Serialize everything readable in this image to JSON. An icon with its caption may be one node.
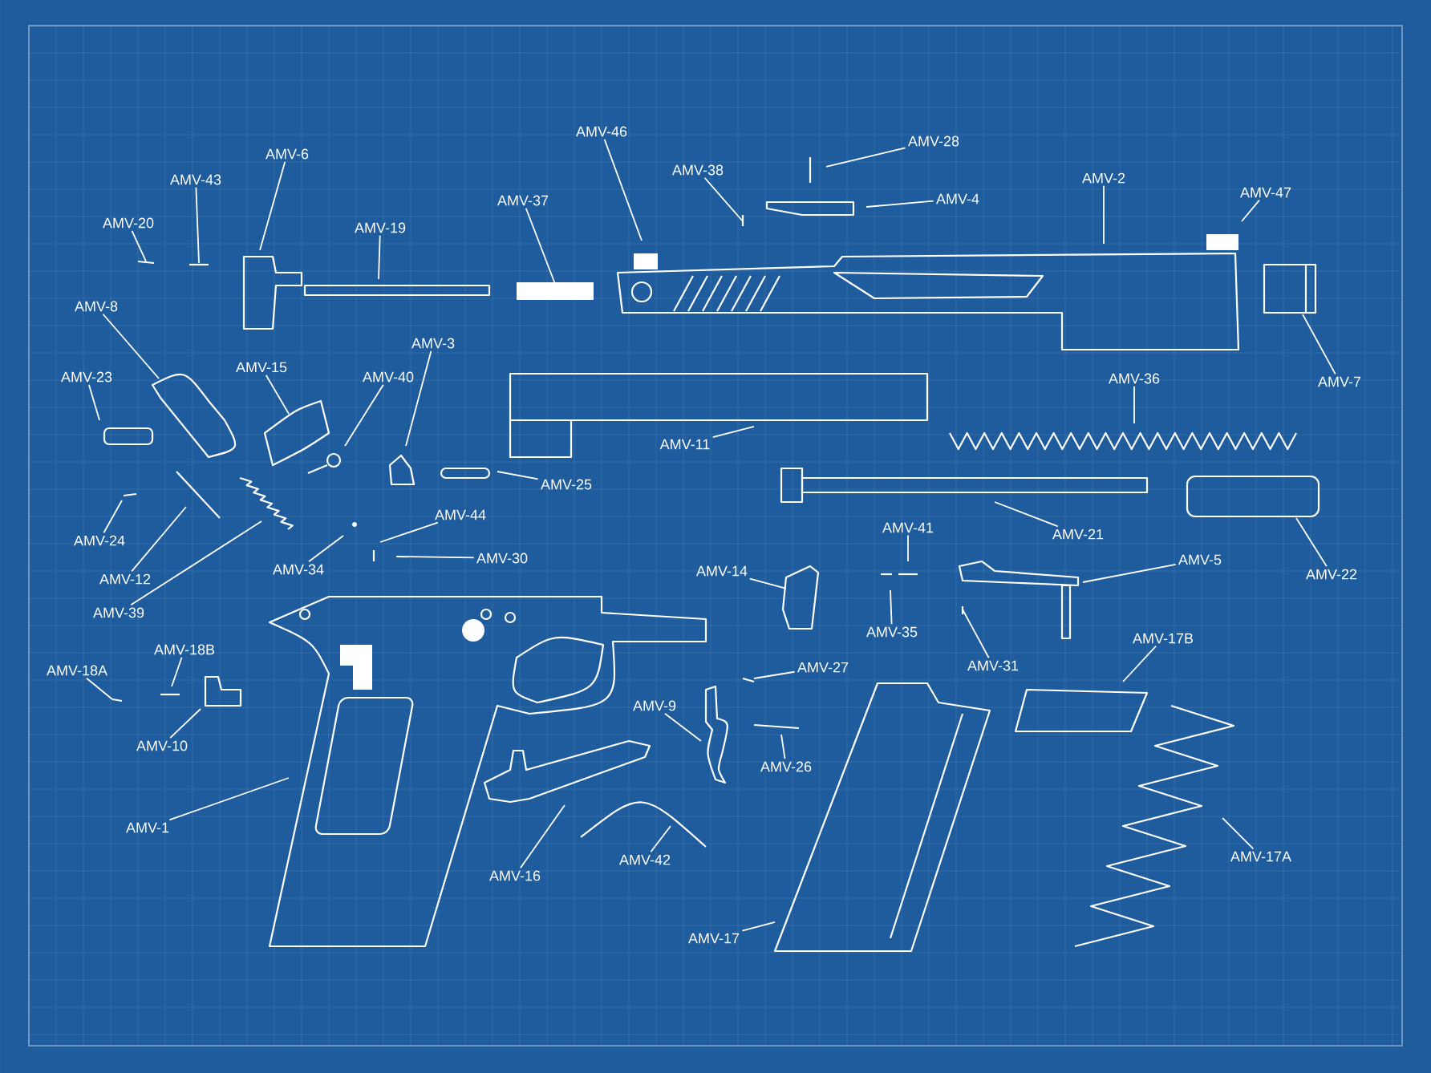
{
  "diagram": {
    "nodes": [
      {
        "text": [
          "AMV-46"
        ]
      },
      {
        "text": [
          "AMV-28"
        ]
      },
      {
        "text": [
          "AMV-6"
        ]
      },
      {
        "text": [
          "AMV-38"
        ]
      },
      {
        "text": [
          "AMV-2"
        ]
      },
      {
        "text": [
          "AMV-43"
        ]
      },
      {
        "text": [
          "AMV-47"
        ]
      },
      {
        "text": [
          "AMV-4"
        ]
      },
      {
        "text": [
          "AMV-37"
        ]
      },
      {
        "text": [
          "AMV-20"
        ]
      },
      {
        "text": [
          "AMV-19"
        ]
      },
      {
        "text": [
          "AMV-8"
        ]
      },
      {
        "text": [
          "AMV-3"
        ]
      },
      {
        "text": [
          "AMV-15"
        ]
      },
      {
        "text": [
          "AMV-23"
        ]
      },
      {
        "text": [
          "AMV-40"
        ]
      },
      {
        "text": [
          "AMV-36"
        ]
      },
      {
        "text": [
          "AMV-7"
        ]
      },
      {
        "text": [
          "AMV-11"
        ]
      },
      {
        "text": [
          "AMV-25"
        ]
      },
      {
        "text": [
          "AMV-44"
        ]
      },
      {
        "text": [
          "AMV-41"
        ]
      },
      {
        "text": [
          "AMV-21"
        ]
      },
      {
        "text": [
          "AMV-24"
        ]
      },
      {
        "text": [
          "AMV-30"
        ]
      },
      {
        "text": [
          "AMV-5"
        ]
      },
      {
        "text": [
          "AMV-34"
        ]
      },
      {
        "text": [
          "AMV-14"
        ]
      },
      {
        "text": [
          "AMV-22"
        ]
      },
      {
        "text": [
          "AMV-12"
        ]
      },
      {
        "text": [
          "AMV-39"
        ]
      },
      {
        "text": [
          "AMV-35"
        ]
      },
      {
        "text": [
          "AMV-17B"
        ]
      },
      {
        "text": [
          "AMV-18B"
        ]
      },
      {
        "text": [
          "AMV-31"
        ]
      },
      {
        "text": [
          "AMV-27"
        ]
      },
      {
        "text": [
          "AMV-18A"
        ]
      },
      {
        "text": [
          "AMV-9"
        ]
      },
      {
        "text": [
          "AMV-10"
        ]
      },
      {
        "text": [
          "AMV-26"
        ]
      },
      {
        "text": [
          "AMV-1"
        ]
      },
      {
        "text": [
          "AMV-17A"
        ]
      },
      {
        "text": [
          "AMV-42"
        ]
      },
      {
        "text": [
          "AMV-16"
        ]
      },
      {
        "text": [
          "AMV-17"
        ]
      }
    ],
    "edges": [
      {
        "from": 0,
        "to": null,
        "arrow": "none"
      },
      {
        "from": 1,
        "to": null,
        "arrow": "none"
      },
      {
        "from": 2,
        "to": null,
        "arrow": "none"
      },
      {
        "from": 3,
        "to": null,
        "arrow": "none"
      },
      {
        "from": 4,
        "to": null,
        "arrow": "none"
      },
      {
        "from": 5,
        "to": null,
        "arrow": "none"
      },
      {
        "from": 6,
        "to": null,
        "arrow": "none"
      },
      {
        "from": 7,
        "to": null,
        "arrow": "none"
      },
      {
        "from": 8,
        "to": null,
        "arrow": "none"
      },
      {
        "from": 9,
        "to": null,
        "arrow": "none"
      },
      {
        "from": 10,
        "to": null,
        "arrow": "none"
      },
      {
        "from": 11,
        "to": null,
        "arrow": "none"
      },
      {
        "from": 12,
        "to": null,
        "arrow": "none"
      },
      {
        "from": 13,
        "to": null,
        "arrow": "none"
      },
      {
        "from": 14,
        "to": null,
        "arrow": "none"
      },
      {
        "from": 15,
        "to": null,
        "arrow": "none"
      },
      {
        "from": 16,
        "to": null,
        "arrow": "none"
      },
      {
        "from": 17,
        "to": null,
        "arrow": "none"
      },
      {
        "from": 18,
        "to": null,
        "arrow": "none"
      },
      {
        "from": 19,
        "to": null,
        "arrow": "none"
      },
      {
        "from": 20,
        "to": null,
        "arrow": "none"
      },
      {
        "from": 21,
        "to": null,
        "arrow": "none"
      },
      {
        "from": 22,
        "to": null,
        "arrow": "none"
      },
      {
        "from": 23,
        "to": null,
        "arrow": "none"
      },
      {
        "from": 24,
        "to": null,
        "arrow": "none"
      },
      {
        "from": 25,
        "to": null,
        "arrow": "none"
      },
      {
        "from": 26,
        "to": null,
        "arrow": "none"
      },
      {
        "from": 27,
        "to": null,
        "arrow": "none"
      },
      {
        "from": 28,
        "to": null,
        "arrow": "none"
      },
      {
        "from": 29,
        "to": null,
        "arrow": "none"
      },
      {
        "from": 30,
        "to": null,
        "arrow": "none"
      },
      {
        "from": 31,
        "to": null,
        "arrow": "none"
      },
      {
        "from": 32,
        "to": null,
        "arrow": "none"
      },
      {
        "from": 33,
        "to": null,
        "arrow": "none"
      },
      {
        "from": 34,
        "to": null,
        "arrow": "none"
      },
      {
        "from": 35,
        "to": null,
        "arrow": "none"
      },
      {
        "from": 36,
        "to": null,
        "arrow": "none"
      },
      {
        "from": 37,
        "to": null,
        "arrow": "none"
      },
      {
        "from": 38,
        "to": null,
        "arrow": "none"
      },
      {
        "from": 39,
        "to": null,
        "arrow": "none"
      },
      {
        "from": 40,
        "to": null,
        "arrow": "none"
      },
      {
        "from": 41,
        "to": null,
        "arrow": "none"
      },
      {
        "from": 42,
        "to": null,
        "arrow": "none"
      },
      {
        "from": 43,
        "to": null,
        "arrow": "none"
      },
      {
        "from": 44,
        "to": null,
        "arrow": "none"
      }
    ]
  }
}
